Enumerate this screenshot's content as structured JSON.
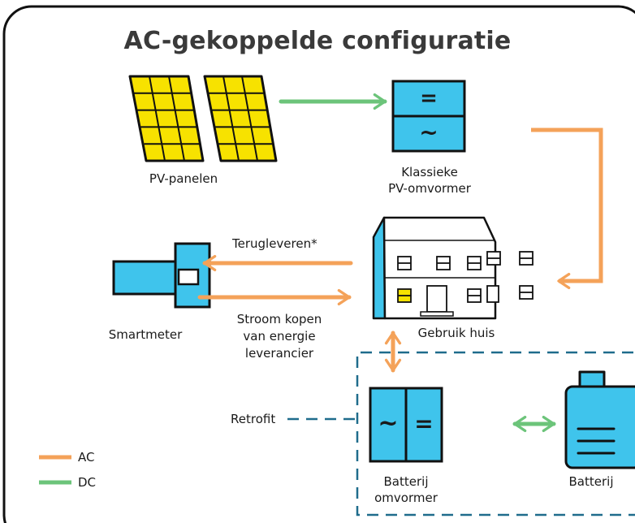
{
  "title": "AC-gekoppelde configuratie",
  "colors": {
    "ac": "#f4a259",
    "dc": "#6cc47a",
    "device": "#3fc4ec",
    "panel": "#f7e200",
    "retrofit_dash": "#1f6c8c",
    "outline": "#111111"
  },
  "components": {
    "pv_panels": {
      "label": "PV-panelen",
      "icon": "solar-panel-icon"
    },
    "pv_inverter": {
      "label_line1": "Klassieke",
      "label_line2": "PV-omvormer",
      "symbol_top": "=",
      "symbol_bottom": "~"
    },
    "house": {
      "label": "Gebruik huis",
      "icon": "house-icon"
    },
    "smartmeter": {
      "label": "Smartmeter",
      "icon": "smartmeter-icon"
    },
    "battery_inverter": {
      "label_line1": "Batterij",
      "label_line2": "omvormer",
      "symbol_left": "~",
      "symbol_right": "="
    },
    "battery": {
      "label": "Batterij",
      "icon": "battery-icon"
    }
  },
  "flows": {
    "feed_in": "Terugleveren*",
    "buy_line1": "Stroom kopen",
    "buy_line2": "van energie",
    "buy_line3": "leverancier"
  },
  "retrofit": {
    "label": "Retrofit"
  },
  "legend": [
    {
      "label": "AC",
      "color": "#f4a259"
    },
    {
      "label": "DC",
      "color": "#6cc47a"
    }
  ]
}
